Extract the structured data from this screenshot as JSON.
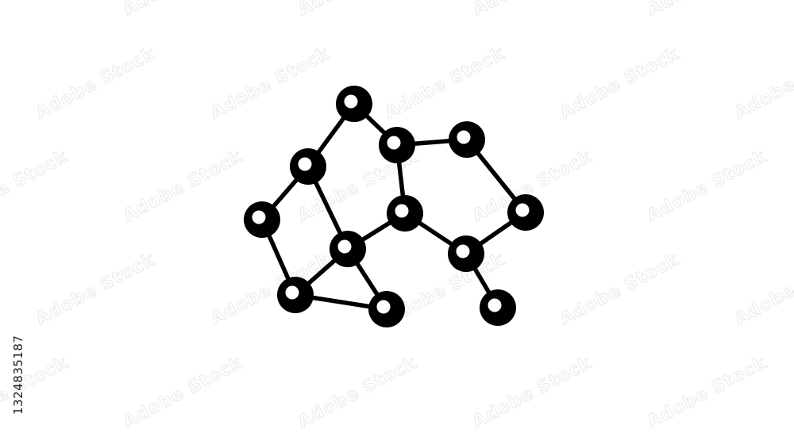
{
  "diagram": {
    "type": "molecule-network-icon",
    "nodes": [
      {
        "id": "n1"
      },
      {
        "id": "n2"
      },
      {
        "id": "n3"
      },
      {
        "id": "n4"
      },
      {
        "id": "n5"
      },
      {
        "id": "n6"
      },
      {
        "id": "n7"
      },
      {
        "id": "n8"
      },
      {
        "id": "n9"
      },
      {
        "id": "n10"
      },
      {
        "id": "n11"
      },
      {
        "id": "n12"
      }
    ],
    "edges": [
      [
        "n1",
        "n3"
      ],
      [
        "n1",
        "n2"
      ],
      [
        "n3",
        "n4"
      ],
      [
        "n3",
        "n5"
      ],
      [
        "n4",
        "n6"
      ],
      [
        "n5",
        "n6"
      ],
      [
        "n5",
        "n7"
      ],
      [
        "n6",
        "n7"
      ],
      [
        "n6",
        "n8"
      ],
      [
        "n7",
        "n9"
      ],
      [
        "n2",
        "n10"
      ],
      [
        "n2",
        "n11"
      ],
      [
        "n10",
        "n11"
      ],
      [
        "n11",
        "n12"
      ]
    ],
    "colors": {
      "node_fill": "#000000",
      "node_center": "#ffffff",
      "edge": "#000000",
      "background": "#ffffff"
    }
  },
  "watermark": {
    "text": "Adobe Stock"
  },
  "stock_id": "1324835187"
}
